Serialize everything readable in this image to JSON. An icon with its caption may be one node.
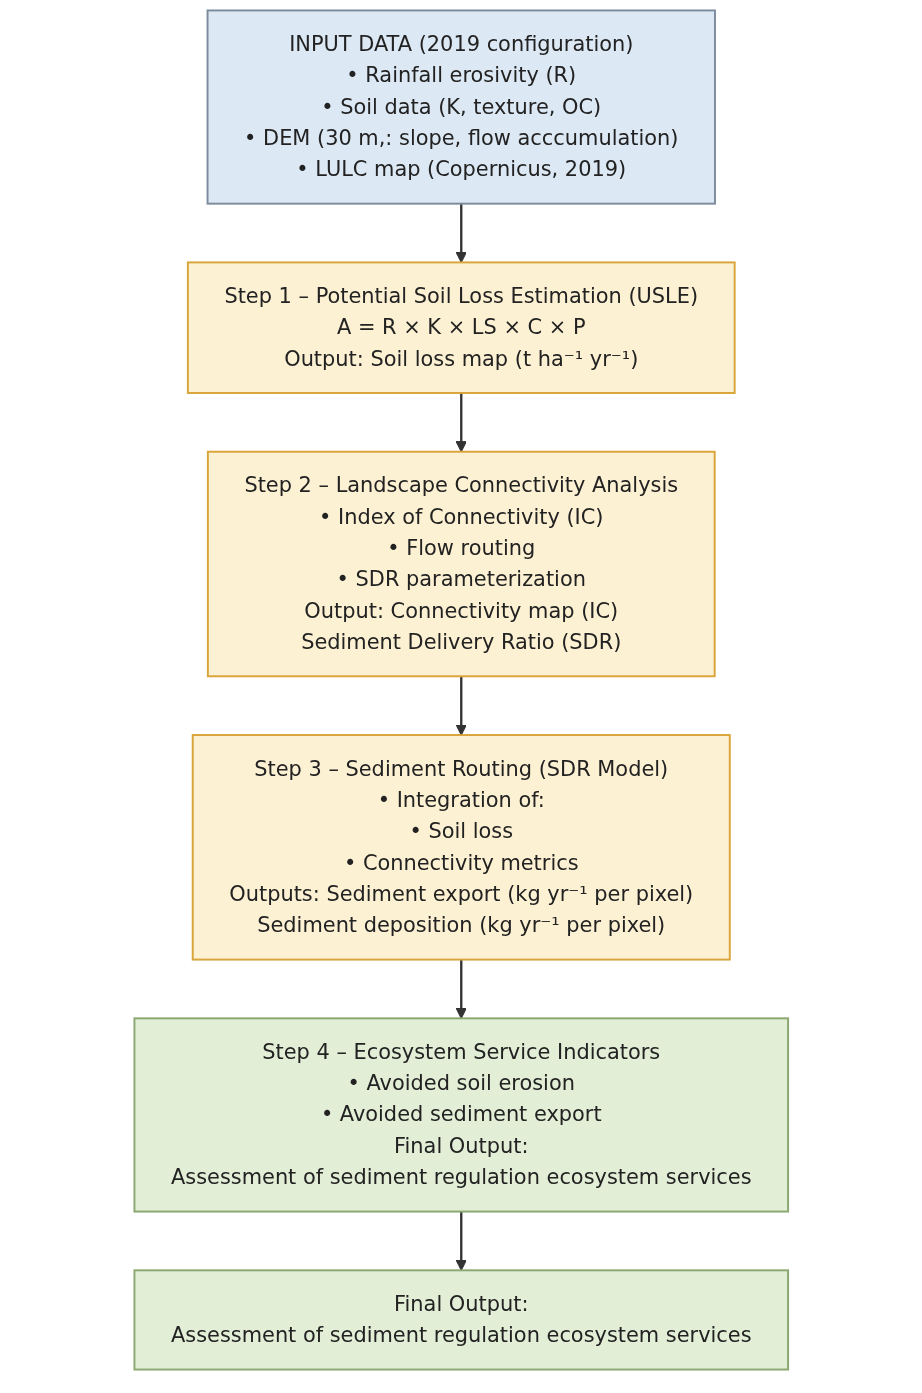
{
  "diagram": {
    "nodes": [
      {
        "text": [
          "INPUT DATA (2019 configuration)",
          "• Rainfall erosivity (R)",
          "• Soil data (K, texture, OC)",
          "• DEM (30 m,: slope, flow acccumulation)",
          "• LULC map (Copernicus, 2019)"
        ]
      },
      {
        "text": [
          "Step 1 – Potential Soil Loss Estimation (USLE)",
          "A = R × K × LS × C × P",
          "Output: Soil loss map (t ha⁻¹ yr⁻¹)"
        ]
      },
      {
        "text": [
          "Step 2 – Landscape Connectivity Analysis",
          "• Index of Connectivity (IC)",
          "• Flow routing",
          "• SDR parameterization",
          "Output: Connectivity map (IC)",
          "Sediment Delivery Ratio (SDR)"
        ]
      },
      {
        "text": [
          "Step 3 – Sediment Routing (SDR Model)",
          "• Integration of:",
          "• Soil loss",
          "• Connectivity metrics",
          "Outputs: Sediment export (kg yr⁻¹ per pixel)",
          "Sediment deposition (kg yr⁻¹ per pixel)"
        ]
      },
      {
        "text": [
          "Step 4 – Ecosystem Service Indicators",
          "• Avoided soil erosion",
          "• Avoided sediment export",
          "Final Output:",
          "Assessment of sediment regulation ecosystem services"
        ]
      },
      {
        "text": [
          "Final Output:",
          "Assessment of sediment regulation ecosystem services"
        ]
      }
    ],
    "edges": [
      {
        "from": 0,
        "to": 1,
        "arrow": "to"
      },
      {
        "from": 1,
        "to": 2,
        "arrow": "to"
      },
      {
        "from": 2,
        "to": 3,
        "arrow": "to"
      },
      {
        "from": 3,
        "to": 4,
        "arrow": "to"
      },
      {
        "from": 4,
        "to": 5,
        "arrow": "to"
      }
    ]
  }
}
